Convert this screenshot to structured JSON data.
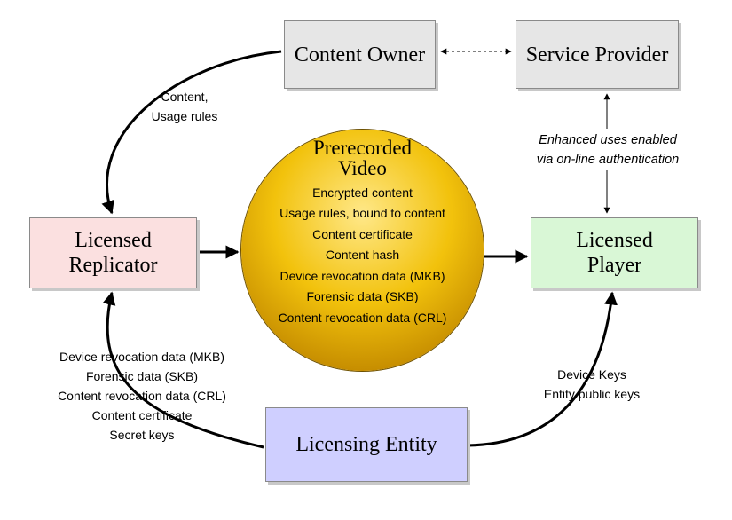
{
  "nodes": {
    "content_owner": "Content Owner",
    "service_provider": "Service Provider",
    "licensed_replicator": [
      "Licensed",
      "Replicator"
    ],
    "licensed_player": [
      "Licensed",
      "Player"
    ],
    "licensing_entity": "Licensing Entity"
  },
  "disc": {
    "title": [
      "Prerecorded",
      "Video"
    ],
    "items": [
      "Encrypted content",
      "Usage rules, bound to content",
      "Content certificate",
      "Content hash",
      "Device revocation data (MKB)",
      "Forensic data (SKB)",
      "Content revocation data (CRL)"
    ]
  },
  "edge_labels": {
    "owner_to_replicator": [
      "Content,",
      "Usage rules"
    ],
    "provider_player": [
      "Enhanced uses enabled",
      "via on-line authentication"
    ],
    "entity_to_replicator": [
      "Device revocation data (MKB)",
      "Forensic data (SKB)",
      "Content revocation data (CRL)",
      "Content certificate",
      "Secret keys"
    ],
    "entity_to_player": [
      "Device Keys",
      "Entity public keys"
    ]
  },
  "colors": {
    "owner_fill": "#e6e6e6",
    "provider_fill": "#e6e6e6",
    "replicator_fill": "#fbe0e0",
    "player_fill": "#d9f7d6",
    "entity_fill": "#cfcfff",
    "disc_fill": "#f2c20c"
  }
}
